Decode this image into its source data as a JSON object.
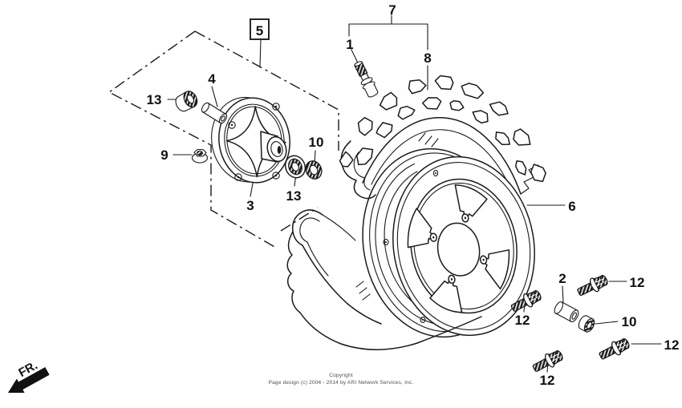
{
  "diagram": {
    "callouts": [
      {
        "part": "7"
      },
      {
        "part": "1"
      },
      {
        "part": "8"
      },
      {
        "part": "5"
      },
      {
        "part": "4"
      },
      {
        "part": "13"
      },
      {
        "part": "9"
      },
      {
        "part": "10"
      },
      {
        "part": "13"
      },
      {
        "part": "3"
      },
      {
        "part": "6"
      },
      {
        "part": "2"
      },
      {
        "part": "12"
      },
      {
        "part": "10"
      },
      {
        "part": "12"
      },
      {
        "part": "12"
      },
      {
        "part": "12"
      }
    ],
    "direction_label": "FR."
  },
  "footer": {
    "line1": "Copyright",
    "line2": "Page design (c) 2004 - 2014 by ARI Network Services, Inc."
  },
  "colors": {
    "ink": "#1a1a1a",
    "background": "#ffffff"
  }
}
